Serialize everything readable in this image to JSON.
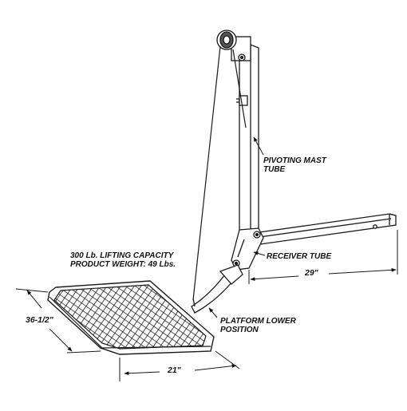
{
  "labels": {
    "mast_line1": "PIVOTING MAST",
    "mast_line2": "TUBE",
    "receiver": "RECEIVER TUBE",
    "capacity": "300 Lb. LIFTING CAPACITY",
    "weight": "PRODUCT WEIGHT:  49 Lbs.",
    "platform_line1": "PLATFORM LOWER",
    "platform_line2": "POSITION"
  },
  "dimensions": {
    "receiver_length": "29\"",
    "platform_depth": "36-1/2\"",
    "platform_width": "21\""
  },
  "colors": {
    "line": "#1a1a1a",
    "fill": "#ffffff",
    "mesh": "#222222"
  }
}
